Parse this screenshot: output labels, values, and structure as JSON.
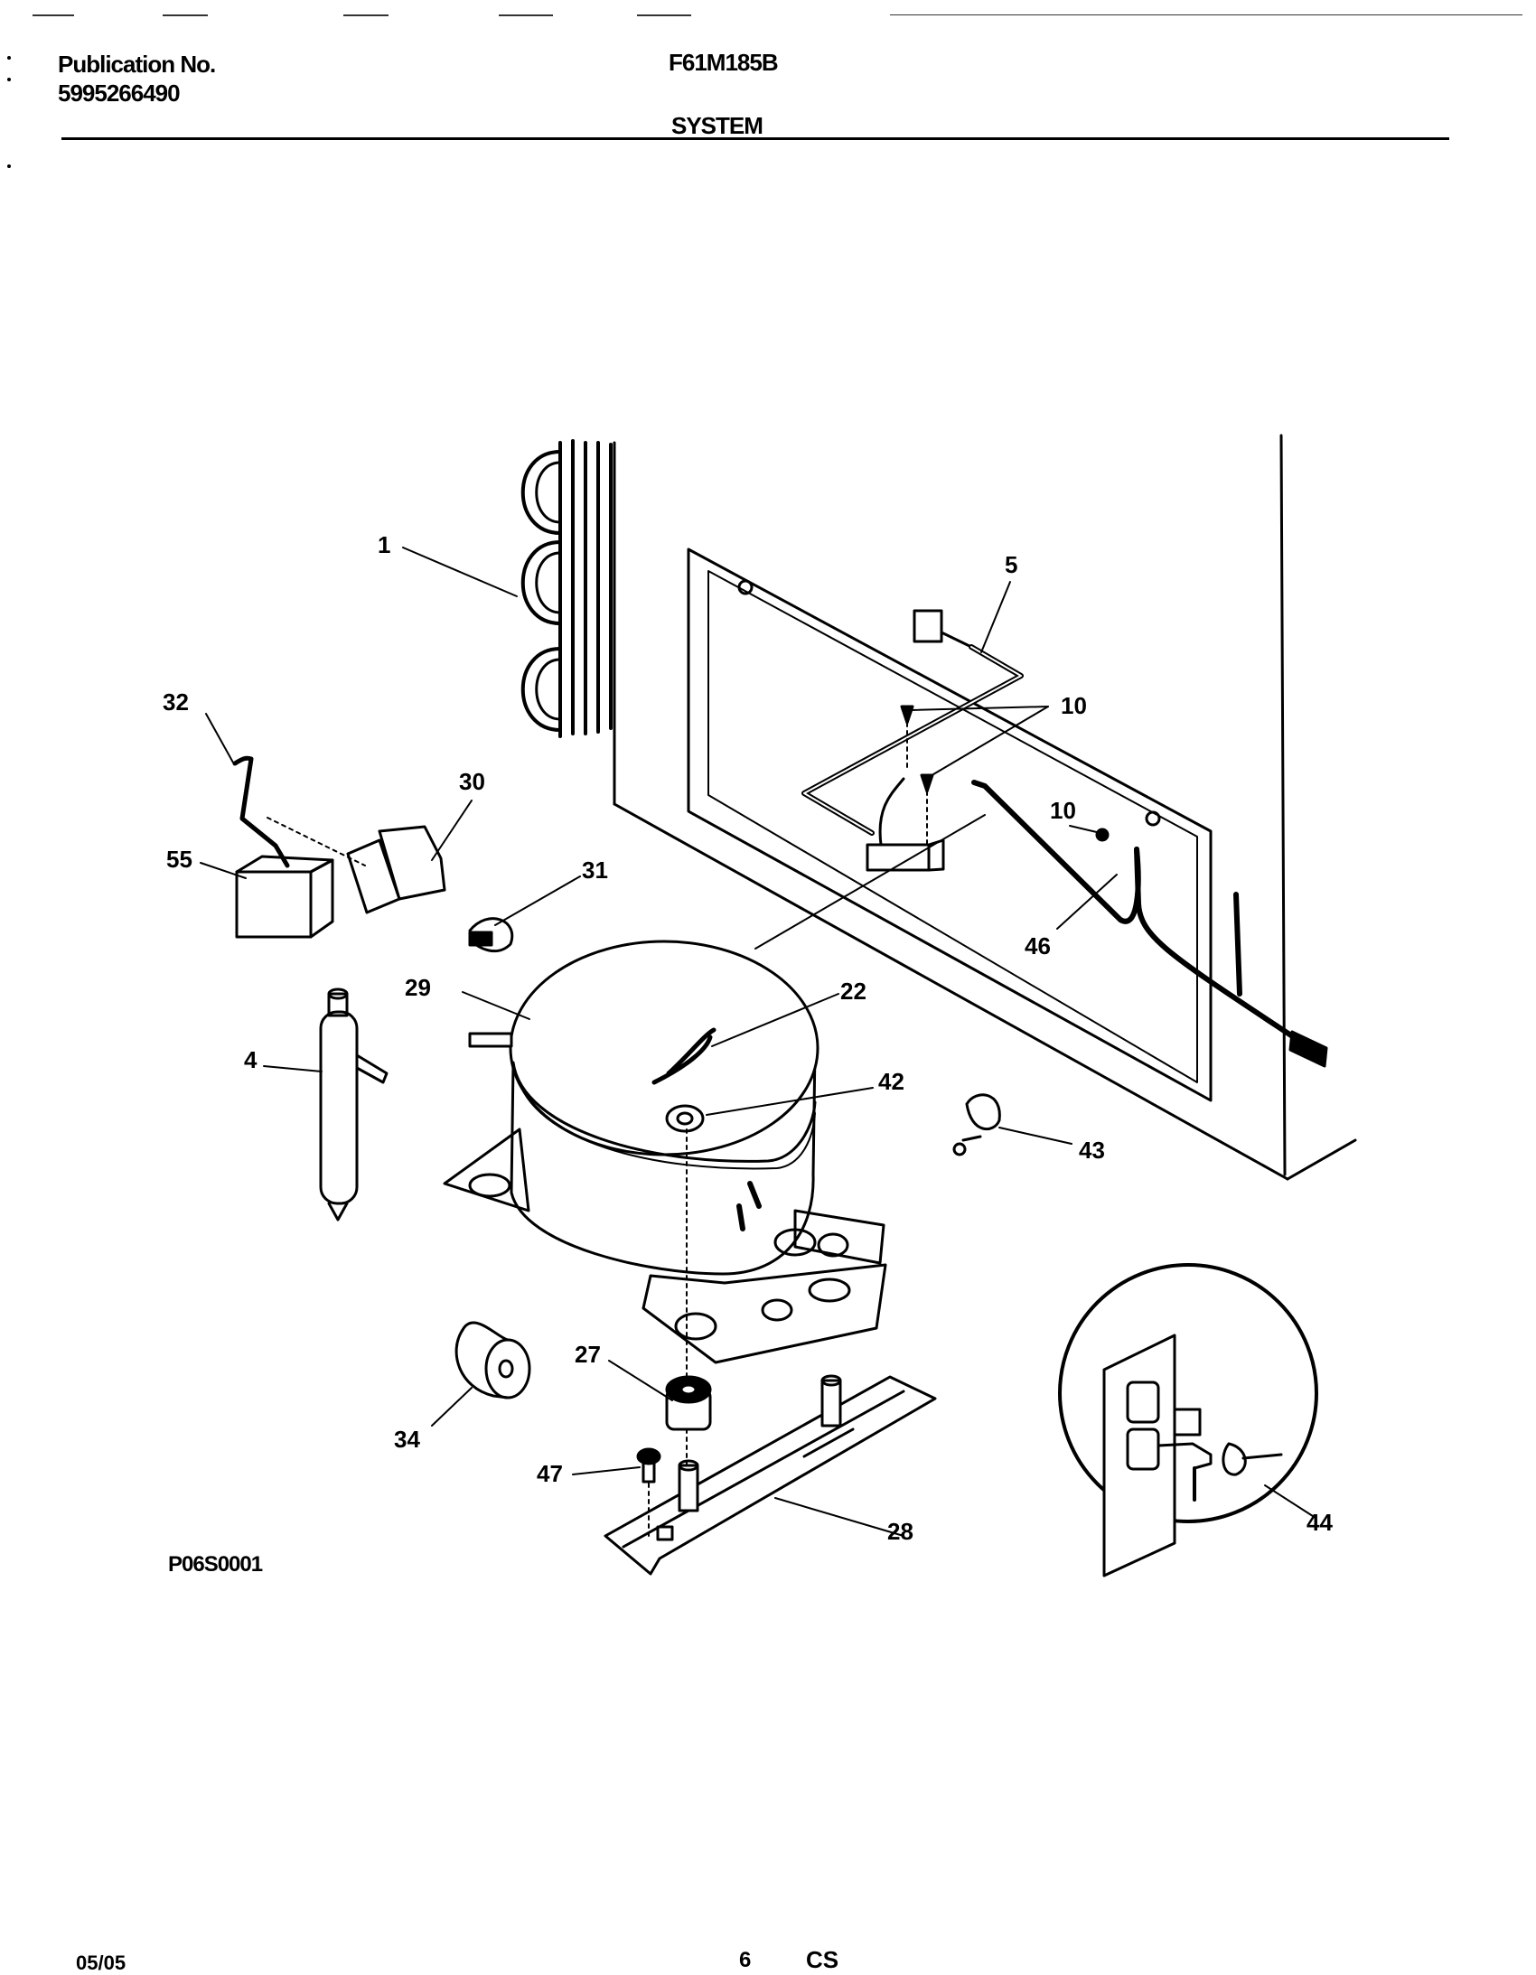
{
  "header": {
    "publication_label": "Publication No.",
    "publication_number": "5995266490",
    "model": "F61M185B",
    "section": "SYSTEM"
  },
  "figure_code": "P06S0001",
  "footer": {
    "date": "05/05",
    "page": "6",
    "code": "CS"
  },
  "callouts": {
    "c1": "1",
    "c4": "4",
    "c5": "5",
    "c10a": "10",
    "c10b": "10",
    "c22": "22",
    "c27": "27",
    "c28": "28",
    "c29": "29",
    "c30": "30",
    "c31": "31",
    "c32": "32",
    "c34": "34",
    "c42": "42",
    "c43": "43",
    "c44": "44",
    "c46": "46",
    "c47": "47",
    "c55": "55"
  }
}
